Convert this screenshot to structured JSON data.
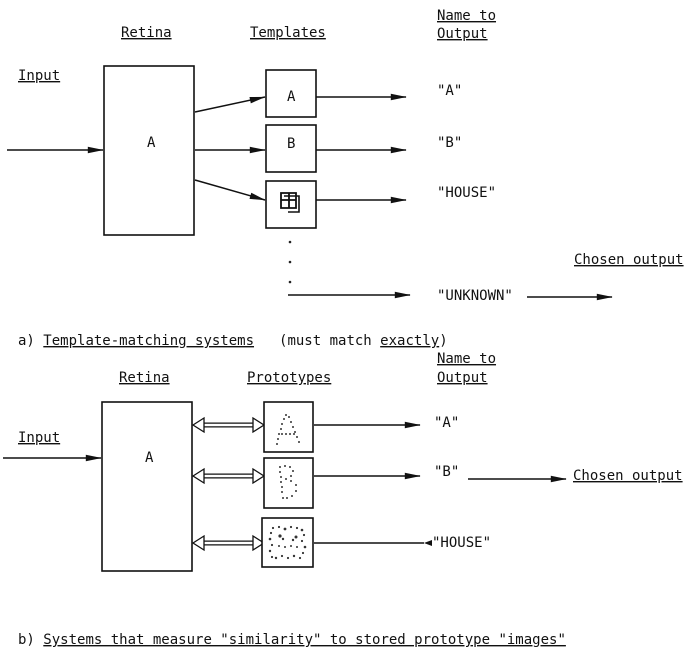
{
  "diagram_a": {
    "retina_label": "Retina",
    "templates_label": "Templates",
    "name_output_line1": "Name to",
    "name_output_line2": "Output",
    "input_label": "Input",
    "retina_letter": "A",
    "templates": [
      {
        "glyph": "A",
        "output": "\"A\""
      },
      {
        "glyph": "B",
        "output": "\"B\""
      },
      {
        "glyph": "house-sketch",
        "output": "\"HOUSE\""
      }
    ],
    "unknown_output": "\"UNKNOWN\"",
    "chosen_output_label": "Chosen output",
    "caption_prefix": "a) ",
    "caption_main": "Template-matching systems",
    "caption_note_prefix": "(must match ",
    "caption_note_word": "exactly",
    "caption_note_suffix": ")"
  },
  "diagram_b": {
    "retina_label": "Retina",
    "prototypes_label": "Prototypes",
    "name_output_line1": "Name to",
    "name_output_line2": "Output",
    "input_label": "Input",
    "retina_letter": "A",
    "prototypes": [
      {
        "glyph": "dotted-A",
        "output": "\"A\""
      },
      {
        "glyph": "dotted-B",
        "output": "\"B\""
      },
      {
        "glyph": "dotted-house",
        "output": "\"HOUSE\""
      }
    ],
    "chosen_output_label": "Chosen output",
    "caption_prefix": "b) ",
    "caption_main": "Systems that measure \"similarity\" to stored prototype \"images\""
  },
  "colors": {
    "ink": "#111111",
    "background": "#ffffff"
  }
}
